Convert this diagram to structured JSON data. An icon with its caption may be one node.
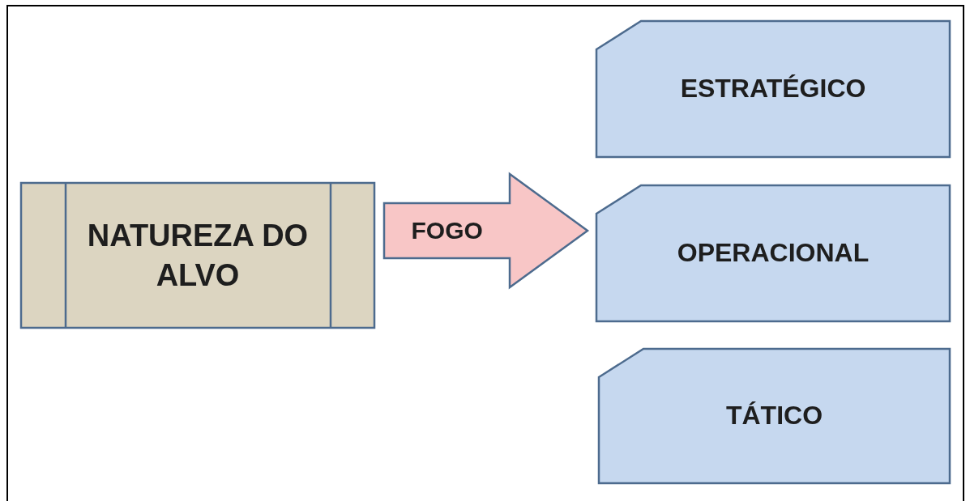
{
  "diagram": {
    "nodes": [
      {
        "text": [
          "NATUREZA DO ALVO"
        ]
      },
      {
        "text": [
          "ESTRATÉGICO"
        ]
      },
      {
        "text": [
          "OPERACIONAL"
        ]
      },
      {
        "text": [
          "TÁTICO"
        ]
      }
    ],
    "edges": [
      {
        "from": 0,
        "to": 2,
        "arrow": "to",
        "label": "FOGO"
      }
    ]
  }
}
